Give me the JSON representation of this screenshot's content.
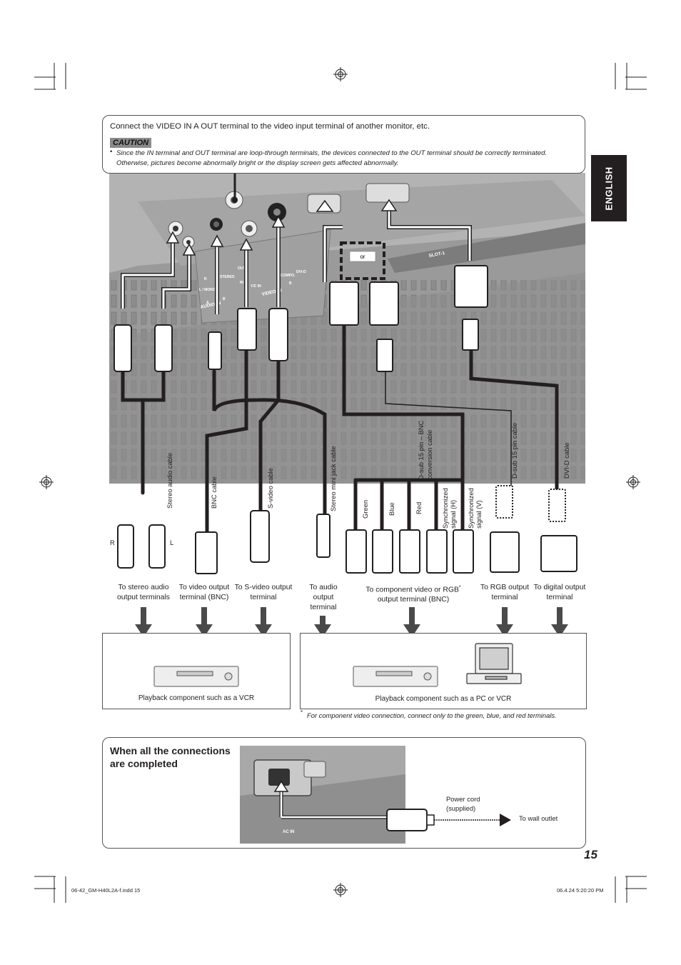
{
  "note": {
    "main": "Connect the VIDEO IN A OUT terminal to the video input terminal of another monitor, etc.",
    "caution_label": "CAUTION",
    "bullet": "•",
    "caution_text": "Since the IN terminal and OUT terminal are loop-through terminals, the devices connected to the OUT terminal should be correctly terminated. Otherwise, pictures become abnormally bright or the display screen gets affected abnormally."
  },
  "language_tab": "ENGLISH",
  "panel_labels": {
    "or": "or",
    "slot": "SLOT-1",
    "audio_in": "AUDIO IN",
    "video_in": "VIDEO IN",
    "a": "A",
    "b": "B",
    "b2": "B",
    "r": "R",
    "l_mono": "L / MONO",
    "stereo": "STEREO",
    "out": "OUT",
    "in": "IN",
    "y_c_in": "Y/C IN",
    "compo": "COMPO.",
    "dvi_d": "DVI-D"
  },
  "cables": {
    "stereo_audio": "Stereo audio cable",
    "bnc": "BNC cable",
    "s_video": "S-video cable",
    "stereo_mini": "Stereo mini jack cable",
    "dsub_bnc": "D-sub 15 pin – BNC conversion cable",
    "dsub": "D-sub 15 pin cable",
    "dvi": "DVI-D cable",
    "green": "Green",
    "blue": "Blue",
    "red": "Red",
    "sync_h": "Synchronized signal (H)",
    "sync_v": "Synchronized signal (V)",
    "r": "R",
    "l": "L"
  },
  "destinations": {
    "stereo_audio": "To stereo audio output terminals",
    "video_bnc": "To video output terminal (BNC)",
    "s_video": "To S-video output terminal",
    "audio": "To audio output terminal",
    "component": "To component video or RGB",
    "component_star": "*",
    "component_2": "output terminal (BNC)",
    "rgb": "To RGB output terminal",
    "digital": "To digital output terminal"
  },
  "components": {
    "left_caption": "Playback component such as a VCR",
    "right_caption": "Playback component such as a PC or VCR"
  },
  "footnote": {
    "mark": "*",
    "text": "For component video connection, connect only to the green, blue, and red terminals."
  },
  "completed": {
    "title": "When all the connections are completed",
    "power_cord": "Power cord (supplied)",
    "wall_outlet": "To wall outlet",
    "ac_in": "AC IN"
  },
  "page_number": "15",
  "slug": {
    "file": "06-42_GM-H40L2A-f.indd   15",
    "timestamp": "06.4.24   5:20:20 PM"
  },
  "colors": {
    "text": "#231f20",
    "panel_dark": "#7d7d7d",
    "cable": "#231f20",
    "tab_bg": "#231f20"
  }
}
